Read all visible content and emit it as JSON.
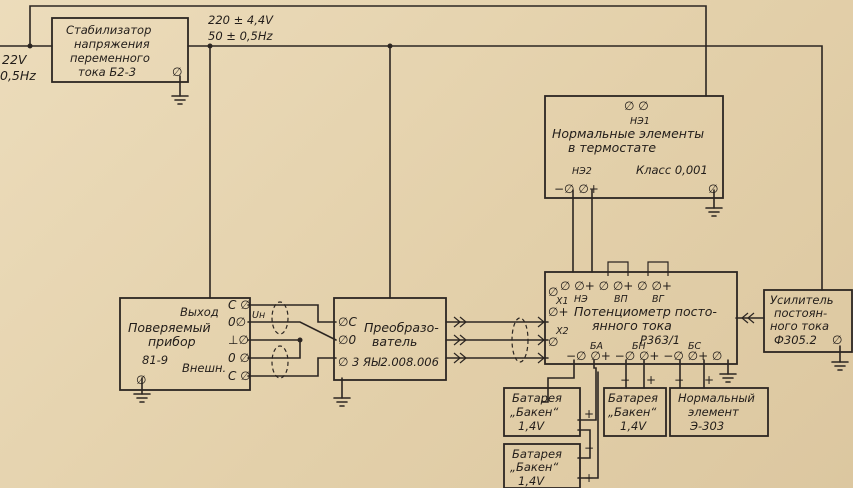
{
  "input": {
    "voltage": "22V",
    "freq": "0,5Hz"
  },
  "stabilizer": {
    "line1": "Стабилизатор",
    "line2": "напряжения",
    "line3": "переменного",
    "line4": "тока  Б2-3",
    "gnd": "∅"
  },
  "supply": {
    "voltage": "220 ± 4,4V",
    "freq": "50 ± 0,5Hz"
  },
  "normal_cells": {
    "top_terms": "∅ ∅",
    "ne1": "НЭ1",
    "title1": "Нормальные элементы",
    "title2": "в термостате",
    "ne2": "НЭ2",
    "class": "Класс 0,001",
    "terms": "−∅ ∅+",
    "gnd": "∅"
  },
  "instrument": {
    "name1": "Поверяемый",
    "name2": "прибор",
    "model": "81-9",
    "out": "Выход",
    "ext": "Внешн.",
    "gnd": "∅",
    "un": "Uн",
    "pins": [
      "C ∅",
      "0∅",
      "⊥∅",
      "0 ∅",
      "C ∅"
    ]
  },
  "converter": {
    "name1": "Преобразо-",
    "name2": "ватель",
    "code": "3 ЯЫ2.008.006",
    "pins": [
      "∅С",
      "∅0",
      "∅"
    ]
  },
  "potentiometer": {
    "name1": "Потенциометр посто-",
    "name2": "янного тока",
    "model": "Р363/1",
    "top_terms": "∅  ∅+ ∅   ∅+ ∅  ∅+",
    "top_sub": [
      "НЭ",
      "ВП",
      "ВГ"
    ],
    "left_terms": [
      "∅",
      "∅+",
      "∅"
    ],
    "left_sub": [
      "Х1",
      "Х2"
    ],
    "bottom_terms": "−∅ ∅+ −∅ ∅+ −∅ ∅+ ∅",
    "bottom_sub": [
      "БА",
      "БН",
      "БС"
    ]
  },
  "amplifier": {
    "line1": "Усилитель",
    "line2": "постоян-",
    "line3": "ного тока",
    "line4": "Ф305.2",
    "gnd": "∅"
  },
  "battery1": {
    "line1": "Батарея",
    "line2": "„Бакен“",
    "volt": "1,4V"
  },
  "battery2": {
    "line1": "Батарея",
    "line2": "„Бакен“",
    "volt": "1,4V"
  },
  "battery3": {
    "line1": "Батарея",
    "line2": "„Бакен“",
    "volt": "1,4V"
  },
  "normal_element": {
    "line1": "Нормальный",
    "line2": "элемент",
    "line3": "Э-303"
  },
  "colors": {
    "ink": "#2c2622",
    "paper": "#e6d6b4"
  }
}
